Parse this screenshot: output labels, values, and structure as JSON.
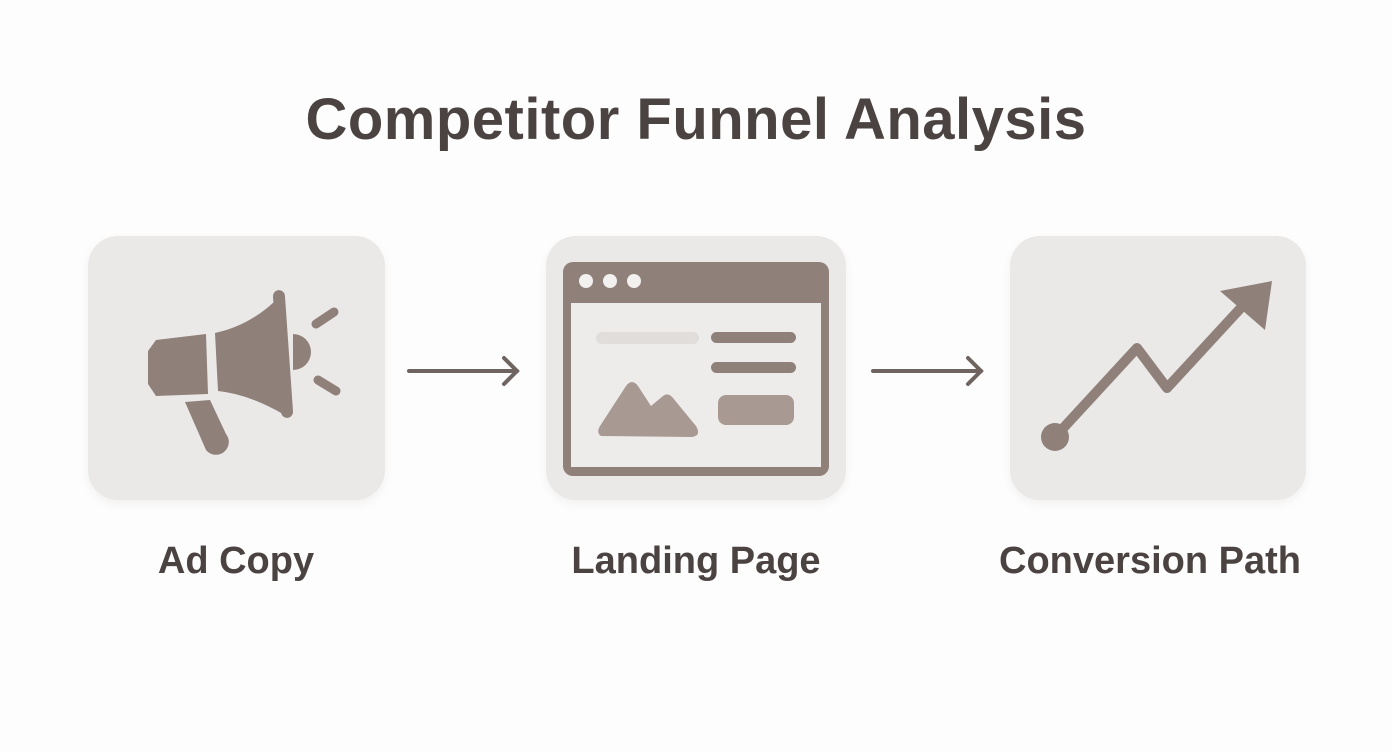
{
  "title": "Competitor Funnel Analysis",
  "steps": [
    {
      "label": "Ad Copy",
      "icon": "megaphone-icon"
    },
    {
      "label": "Landing Page",
      "icon": "browser-window-icon"
    },
    {
      "label": "Conversion Path",
      "icon": "trend-up-arrow-icon"
    }
  ],
  "colors": {
    "icon": "#8f8079",
    "tile": "#ebe9e8",
    "text": "#4a4341",
    "arrow": "#6f6460"
  }
}
